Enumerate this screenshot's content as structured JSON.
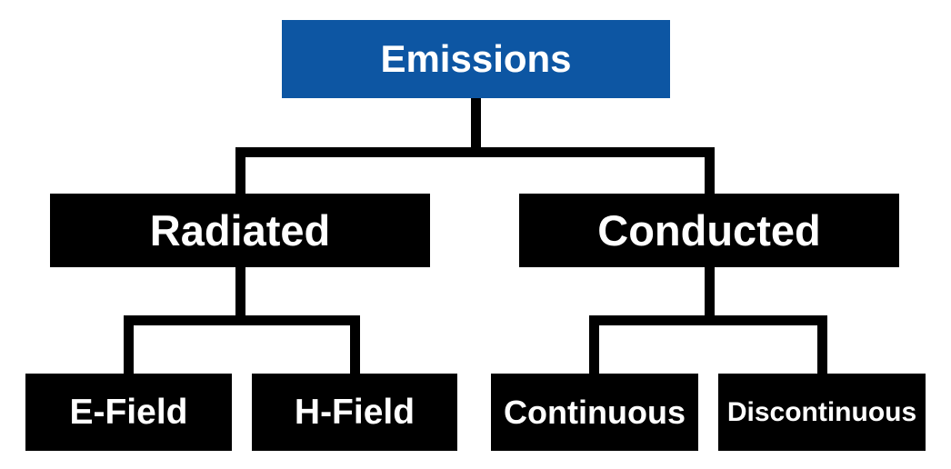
{
  "colors": {
    "root_box": "#0D56A3",
    "branch_box": "#000000",
    "connector_line": "#000000",
    "node_text": "#ffffff",
    "background": "#ffffff"
  },
  "tree": {
    "root": {
      "label": "Emissions"
    },
    "children": [
      {
        "label": "Radiated",
        "children": [
          {
            "label": "E-Field"
          },
          {
            "label": "H-Field"
          }
        ]
      },
      {
        "label": "Conducted",
        "children": [
          {
            "label": "Continuous"
          },
          {
            "label": "Discontinuous"
          }
        ]
      }
    ]
  }
}
